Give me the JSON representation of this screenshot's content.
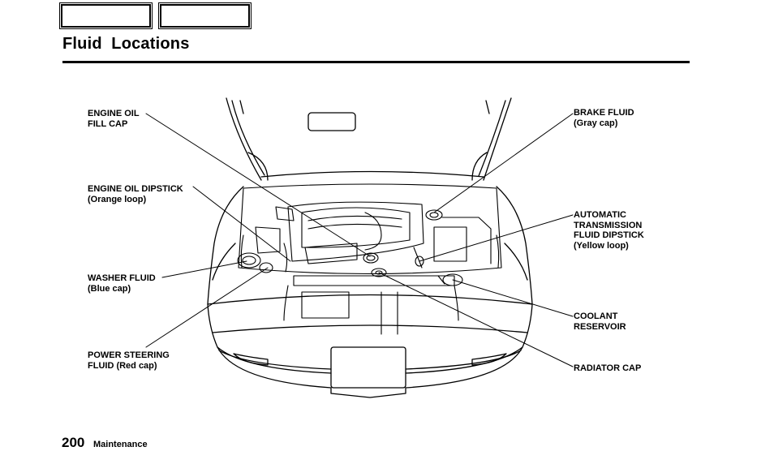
{
  "header": {
    "title": "Fluid  Locations"
  },
  "callouts": {
    "engine_oil_fill_cap": [
      "ENGINE OIL",
      "FILL CAP"
    ],
    "engine_oil_dipstick": [
      "ENGINE OIL DIPSTICK",
      "(Orange loop)"
    ],
    "washer_fluid": [
      "WASHER FLUID",
      "(Blue cap)"
    ],
    "power_steering_fluid": [
      "POWER STEERING",
      "FLUID (Red cap)"
    ],
    "brake_fluid": [
      "BRAKE FLUID",
      "(Gray cap)"
    ],
    "atf_dipstick": [
      "AUTOMATIC",
      "TRANSMISSION",
      "FLUID DIPSTICK",
      "(Yellow loop)"
    ],
    "coolant_reservoir": [
      "COOLANT",
      "RESERVOIR"
    ],
    "radiator_cap": [
      "RADIATOR CAP"
    ]
  },
  "footer": {
    "page_number": "200",
    "section": "Maintenance"
  }
}
